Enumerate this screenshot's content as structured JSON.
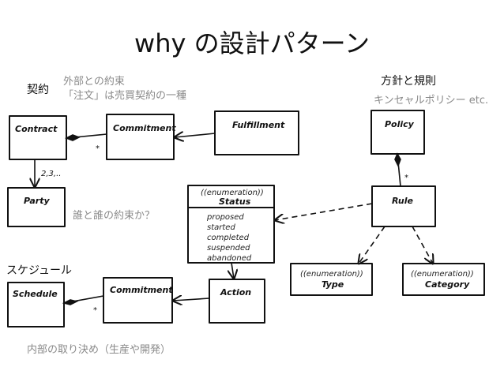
{
  "title": "why の設計パターン",
  "labels": {
    "contract_section": "契約",
    "policy_section": "方針と規則",
    "schedule_section": "スケジュール"
  },
  "notes": {
    "contract_note_1": "外部との約束",
    "contract_note_2": "「注文」は売買契約の一種",
    "policy_note": "キンセャルポリシー etc.",
    "party_note": "誰と誰の約束か？",
    "schedule_note": "内部の取り決め（生産や開発）"
  },
  "diagram": {
    "classes": {
      "contract": "Contract",
      "commitment_top": "Commitment",
      "fulfillment": "Fulfillment",
      "party": "Party",
      "policy": "Policy",
      "rule": "Rule",
      "status_stereotype": "((enumeration))",
      "status": "Status",
      "type_stereotype": "((enumeration))",
      "type": "Type",
      "category_stereotype": "((enumeration))",
      "category": "Category",
      "schedule": "Schedule",
      "commitment_bottom": "Commitment",
      "action": "Action"
    },
    "status_values": [
      "proposed",
      "started",
      "completed",
      "suspended",
      "abandoned"
    ],
    "multiplicities": {
      "contract_commitment": "*",
      "contract_party": "2,3,..",
      "policy_rule": "*",
      "schedule_commitment": "*"
    }
  }
}
